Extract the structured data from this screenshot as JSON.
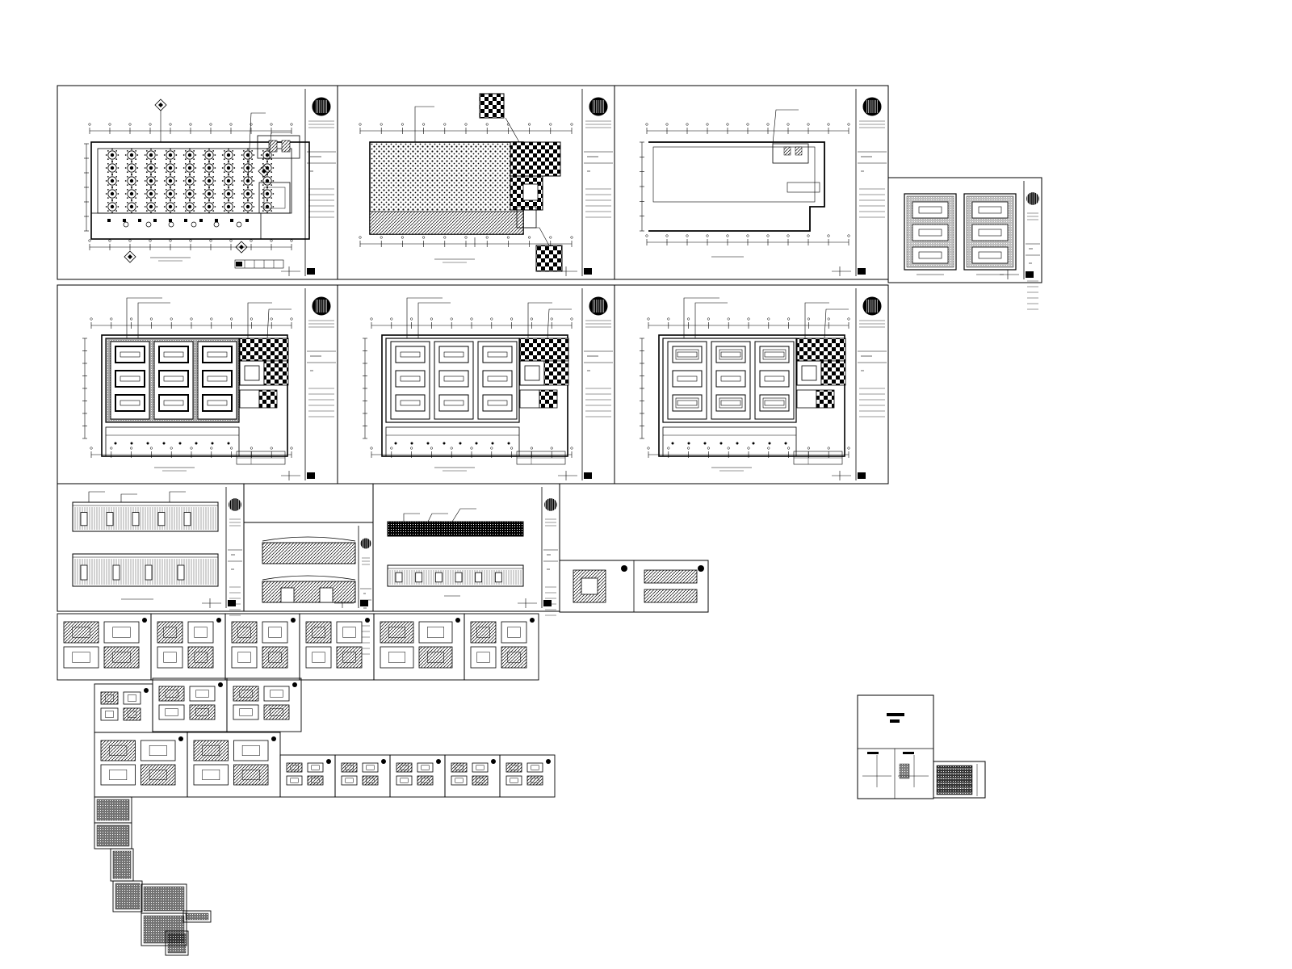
{
  "window": {
    "title": ""
  },
  "drawing": {
    "description_visible_text": [],
    "colors": {
      "background": "#ffffff",
      "ink": "#000000"
    },
    "sheets": {
      "row1": [
        "sheet-plan-furniture",
        "sheet-plan-floor",
        "sheet-plan-empty",
        "sheet-small-ceiling-pair"
      ],
      "row2": [
        "sheet-ceiling-a",
        "sheet-ceiling-b",
        "sheet-ceiling-c"
      ],
      "row3": [
        "sheet-elevation-a",
        "sheet-elevation-b",
        "sheet-elevation-c",
        "sheet-elevation-d"
      ],
      "details": [
        "detail-sheets-cluster"
      ],
      "cover": [
        "sheet-cover",
        "sheet-index"
      ]
    }
  }
}
